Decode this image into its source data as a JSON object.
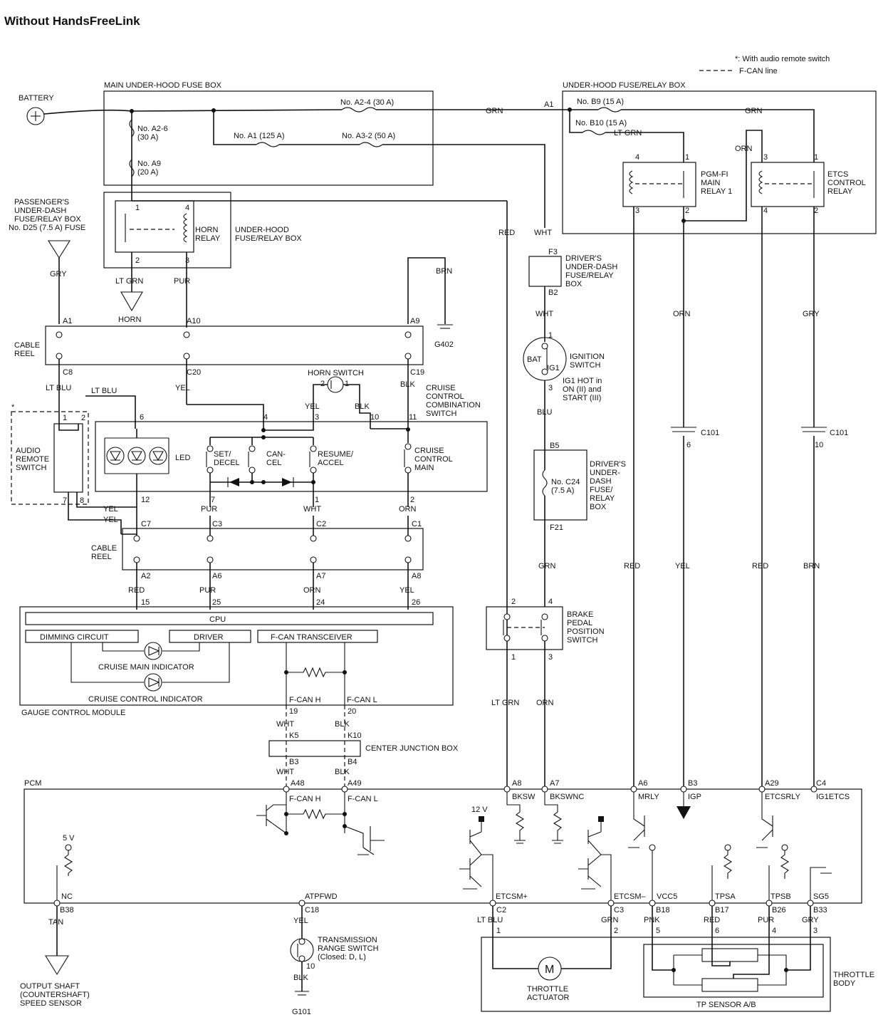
{
  "title": "Without HandsFreeLink",
  "legend": {
    "audio_remote_note": "*: With audio remote switch",
    "fcan_note": "F-CAN line",
    "dash_symbol": "- - -"
  },
  "main_fuse_box": {
    "title": "MAIN UNDER-HOOD FUSE BOX",
    "battery": "BATTERY",
    "fuse_a24": "No. A2-4 (30 A)",
    "fuse_a26": "No. A2-6",
    "fuse_a26_amp": "(30 A)",
    "fuse_a9": "No. A9",
    "fuse_a9_amp": "(20 A)",
    "fuse_a1": "No. A1 (125 A)",
    "fuse_a32": "No. A3-2 (50 A)"
  },
  "underhood_relay_box": {
    "title": "UNDER-HOOD FUSE/RELAY BOX",
    "a1": "A1",
    "grn": "GRN",
    "fuse_b9": "No. B9 (15 A)",
    "fuse_b10": "No. B10 (15 A)",
    "lt_grn": "LT GRN",
    "orn": "ORN",
    "pgm_relay": [
      "PGM-FI",
      "MAIN",
      "RELAY 1"
    ],
    "etcs_relay": [
      "ETCS",
      "CONTROL",
      "RELAY"
    ],
    "pins": [
      "4",
      "1",
      "3",
      "2",
      "3",
      "1",
      "4",
      "2"
    ]
  },
  "horn_relay": {
    "passenger_box": [
      "PASSENGER'S",
      "UNDER-DASH",
      "FUSE/RELAY BOX",
      "No. D25 (7.5 A) FUSE"
    ],
    "gry": "GRY",
    "relay_label": [
      "HORN",
      "RELAY"
    ],
    "box_label": [
      "UNDER-HOOD",
      "FUSE/RELAY BOX"
    ],
    "pin1": "1",
    "pin4": "4",
    "pin2": "2",
    "pin3": "3",
    "lt_grn": "LT GRN",
    "pur": "PUR",
    "horn": "HORN",
    "red": "RED",
    "wht": "WHT"
  },
  "cable_reel_top": {
    "label": [
      "CABLE",
      "REEL"
    ],
    "a1": "A1",
    "a10": "A10",
    "a9": "A9",
    "c8": "C8",
    "c20": "C20",
    "c19": "C19",
    "brn": "BRN",
    "g402": "G402"
  },
  "drivers_box_top": {
    "f3": "F3",
    "b2": "B2",
    "label": [
      "DRIVER'S",
      "UNDER-DASH",
      "FUSE/RELAY",
      "BOX"
    ],
    "wht": "WHT"
  },
  "ignition": {
    "bat": "BAT",
    "ig1": "IG1",
    "pin1": "1",
    "pin3": "3",
    "label": [
      "IGNITION",
      "SWITCH"
    ],
    "note": [
      "IG1 HOT in",
      "ON (II) and",
      "START (III)"
    ],
    "blu": "BLU"
  },
  "combination_switch": {
    "horn_switch": "HORN SWITCH",
    "hs_pin2": "2",
    "hs_pin1": "1",
    "label": [
      "CRUISE",
      "CONTROL",
      "COMBINATION",
      "SWITCH"
    ],
    "lt_blu": "LT BLU",
    "lt_blu2": "LT BLU",
    "yel": "YEL",
    "yel2": "YEL",
    "blk": "BLK",
    "blk2": "BLK",
    "pin4": "4",
    "pin3": "3",
    "pin10": "10",
    "pin11": "11",
    "pin6": "6",
    "pin12": "12",
    "pin7": "7",
    "pin1": "1",
    "pin2": "2",
    "led": "LED",
    "set": [
      "SET/",
      "DECEL"
    ],
    "cancel": [
      "CAN-",
      "CEL"
    ],
    "resume": [
      "RESUME/",
      "ACCEL"
    ],
    "main": [
      "CRUISE",
      "CONTROL",
      "MAIN"
    ],
    "pur": "PUR",
    "wht": "WHT",
    "orn": "ORN"
  },
  "audio_remote": {
    "star": "*",
    "label": [
      "AUDIO",
      "REMOTE",
      "SWITCH"
    ],
    "pin1": "1",
    "pin2": "2",
    "pin7": "7",
    "pin8": "8",
    "yel": "YEL",
    "yel2": "YEL"
  },
  "drivers_box_mid": {
    "b5": "B5",
    "fuse": [
      "No. C24",
      "(7.5 A)"
    ],
    "label": [
      "DRIVER'S",
      "UNDER-",
      "DASH",
      "FUSE/",
      "RELAY",
      "BOX"
    ],
    "f21": "F21",
    "grn": "GRN"
  },
  "cable_reel_bottom": {
    "label": [
      "CABLE",
      "REEL"
    ],
    "c7": "C7",
    "c3": "C3",
    "c2": "C2",
    "c1": "C1",
    "a2": "A2",
    "a6": "A6",
    "a7": "A7",
    "a8": "A8",
    "red": "RED",
    "pur": "PUR",
    "orn": "ORN",
    "yel": "YEL"
  },
  "gauge_module": {
    "title": "GAUGE CONTROL MODULE",
    "pin15": "15",
    "pin25": "25",
    "pin24": "24",
    "pin26": "26",
    "cpu": "CPU",
    "dimming": "DIMMING CIRCUIT",
    "driver": "DRIVER",
    "fcan_transceiver": "F-CAN TRANSCEIVER",
    "main_indicator": "CRUISE MAIN INDICATOR",
    "control_indicator": "CRUISE CONTROL INDICATOR",
    "fcan_h": "F-CAN H",
    "fcan_l": "F-CAN L",
    "pin19": "19",
    "pin20": "20"
  },
  "junction": {
    "wht": "WHT",
    "blk": "BLK",
    "k5": "K5",
    "k10": "K10",
    "label": "CENTER JUNCTION BOX",
    "b3": "B3",
    "b4": "B4",
    "wht2": "WHT",
    "blk2": "BLK"
  },
  "brake_switch": {
    "label": [
      "BRAKE",
      "PEDAL",
      "POSITION",
      "SWITCH"
    ],
    "pin2": "2",
    "pin4": "4",
    "pin1": "1",
    "pin3": "3",
    "lt_grn": "LT GRN",
    "orn": "ORN"
  },
  "right_wires": {
    "red1": "RED",
    "red2": "RED",
    "yel": "YEL",
    "brn": "BRN",
    "orn": "ORN",
    "gry": "GRY",
    "c101a": "C101",
    "c101b": "C101",
    "pin6": "6",
    "pin10": "10"
  },
  "pcm": {
    "title": "PCM",
    "a48": "A48",
    "a49": "A49",
    "a8": "A8",
    "a7": "A7",
    "a6": "A6",
    "b3": "B3",
    "a29": "A29",
    "c4": "C4",
    "fcan_h": "F-CAN H",
    "fcan_l": "F-CAN L",
    "bksw": "BKSW",
    "bkswnc": "BKSWNC",
    "mrly": "MRLY",
    "igp": "IGP",
    "etcsrly": "ETCSRLY",
    "ig1etcs": "IG1ETCS",
    "v12": "12 V",
    "v5": "5 V",
    "nc": "NC",
    "atpfwd": "ATPFWD",
    "etcsm_plus": "ETCSM+",
    "etcsm_minus": "ETCSM–",
    "vcc5": "VCC5",
    "tpsa": "TPSA",
    "tpsb": "TPSB",
    "sg5": "SG5",
    "b38": "B38",
    "c18": "C18",
    "c2": "C2",
    "c3": "C3",
    "b18": "B18",
    "b17": "B17",
    "b26": "B26",
    "b33": "B33"
  },
  "bottom": {
    "tan": "TAN",
    "output_shaft": [
      "OUTPUT SHAFT",
      "(COUNTERSHAFT)",
      "SPEED SENSOR"
    ],
    "yel": "YEL",
    "trs": [
      "TRANSMISSION",
      "RANGE SWITCH",
      "(Closed: D, L)"
    ],
    "pin10": "10",
    "blk": "BLK",
    "g101": "G101",
    "lt_blu": "LT BLU",
    "grn": "GRN",
    "pnk": "PNK",
    "red": "RED",
    "pur": "PUR",
    "gry": "GRY",
    "p1": "1",
    "p2": "2",
    "p5": "5",
    "p6": "6",
    "p4": "4",
    "p3": "3",
    "motor": "M",
    "actuator": [
      "THROTTLE",
      "ACTUATOR"
    ],
    "tp_sensor": "TP SENSOR A/B",
    "throttle_body": [
      "THROTTLE",
      "BODY"
    ]
  }
}
